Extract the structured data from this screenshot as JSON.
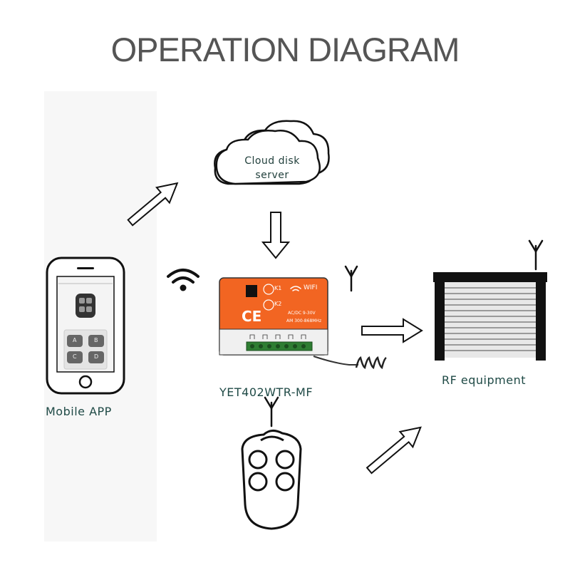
{
  "title": "OPERATION DIAGRAM",
  "cloud": {
    "line1": "Cloud disk",
    "line2": "server"
  },
  "nodes": {
    "mobile_app": "Mobile APP",
    "module": "YET402WTR-MF",
    "rf_equipment": "RF equipment"
  },
  "module_face": {
    "k1": "K1",
    "k2": "K2",
    "wifi": "WIFI",
    "ce": "CE",
    "power": "AC/DC 9-30V",
    "freq": "AM 300-868MHz"
  },
  "phone_buttons": [
    "A",
    "B",
    "C",
    "D"
  ],
  "colors": {
    "module_orange": "#f26522",
    "label_teal": "#1f4a46",
    "title_gray": "#555555"
  }
}
